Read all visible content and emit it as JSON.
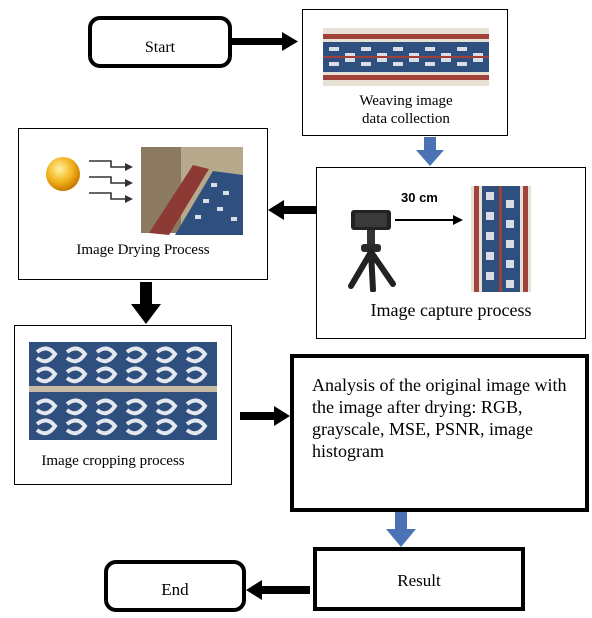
{
  "nodes": {
    "start": "Start",
    "weaving": "Weaving image data collection",
    "drying": "Image Drying Process",
    "capture": "Image capture process",
    "capture_distance": "30 cm",
    "cropping": "Image cropping process",
    "analysis": "Analysis of the original image with the image after drying: RGB, grayscale, MSE, PSNR, image histogram",
    "result": "Result",
    "end": "End"
  },
  "colors": {
    "flow_arrow": "#000000",
    "down_arrow": "#4a72b4",
    "fabric_blue": "#2f4f7f",
    "fabric_red": "#a0413a",
    "sun": "#f2b21c"
  }
}
